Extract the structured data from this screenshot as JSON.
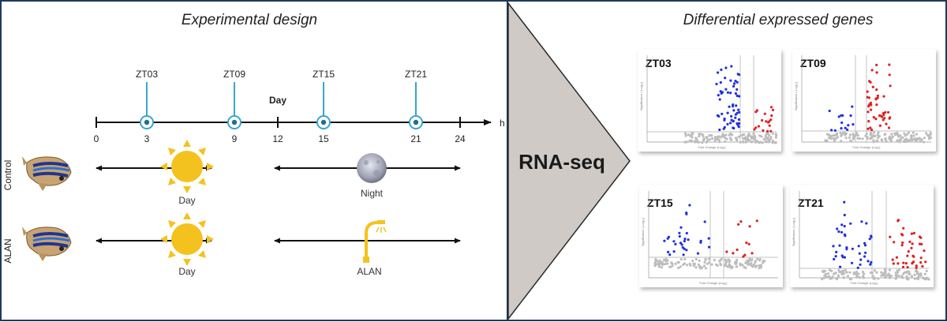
{
  "left_panel": {
    "title": "Experimental design",
    "timeline": {
      "day_label": "Day",
      "unit": "h",
      "ticks": [
        "0",
        "3",
        "9",
        "12",
        "15",
        "21",
        "24"
      ],
      "zt_markers": [
        "ZT03",
        "ZT09",
        "ZT15",
        "ZT21"
      ]
    },
    "rows": [
      {
        "label": "Control",
        "left_label": "Day",
        "right_label": "Night"
      },
      {
        "label": "ALAN",
        "left_label": "Day",
        "right_label": "ALAN"
      }
    ]
  },
  "middle": {
    "label": "RNA-seq"
  },
  "right_panel": {
    "title": "Differential expressed genes",
    "plots": [
      {
        "label": "ZT03",
        "xlabel": "Fold Change (Log₂)",
        "ylabel": "Significance (-Log₁₀)"
      },
      {
        "label": "ZT09",
        "xlabel": "Fold Change (Log₂)",
        "ylabel": "Significance (-Log₁₀)"
      },
      {
        "label": "ZT15",
        "xlabel": "Fold Change (Log₂)",
        "ylabel": "Significance (-Log₁₀)"
      },
      {
        "label": "ZT21",
        "xlabel": "Fold Change (Log₂)",
        "ylabel": "Significance (-Log₁₀)"
      }
    ]
  },
  "colors": {
    "frame": "#1f3a5a",
    "marker": "#3aa6c9",
    "sun": "#f4c21f",
    "up": "#e02020",
    "down": "#2030e0",
    "ns": "#bdbdbd",
    "arrow_fill": "#cfcac6"
  }
}
